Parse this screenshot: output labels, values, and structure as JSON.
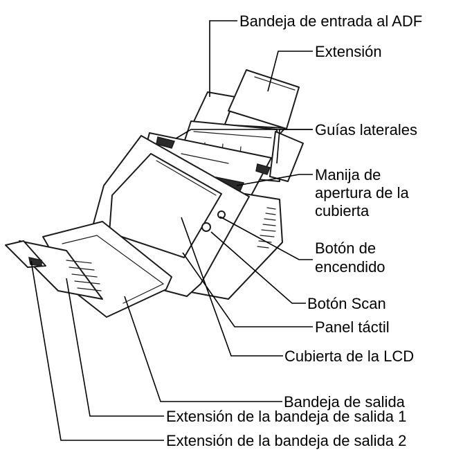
{
  "labels": {
    "adf_input_tray": "Bandeja de entrada al ADF",
    "extension": "Extensión",
    "side_guides": "Guías laterales",
    "cover_open_lever_1": "Manija de",
    "cover_open_lever_2": "apertura de la",
    "cover_open_lever_3": "cubierta",
    "power_button_1": "Botón de",
    "power_button_2": "encendido",
    "scan_button": "Botón Scan",
    "touch_panel": "Panel táctil",
    "lcd_cover": "Cubierta de la LCD",
    "output_tray": "Bandeja de salida",
    "output_tray_ext_1": "Extensión de la bandeja de salida 1",
    "output_tray_ext_2": "Extensión de la bandeja de salida 2"
  }
}
